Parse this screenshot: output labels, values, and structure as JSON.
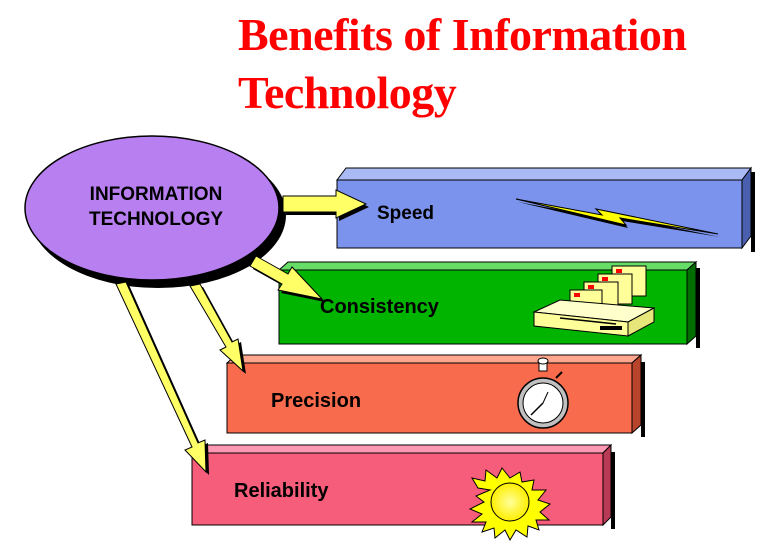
{
  "title": {
    "line1": "Benefits of Information",
    "line2": "Technology"
  },
  "source": {
    "line1": "INFORMATION",
    "line2": "TECHNOLOGY",
    "color": "#b87ff0"
  },
  "benefits": [
    {
      "label": "Speed",
      "color": "#7b93ec",
      "icon": "lightning-bolt-icon"
    },
    {
      "label": "Consistency",
      "color": "#00b400",
      "icon": "printer-icon"
    },
    {
      "label": "Precision",
      "color": "#f96b4d",
      "icon": "stopwatch-icon"
    },
    {
      "label": "Reliability",
      "color": "#f55d7a",
      "icon": "sun-icon"
    }
  ],
  "colors": {
    "title": "#ff0000",
    "arrow": "#ffff66",
    "shadow": "#000000"
  }
}
